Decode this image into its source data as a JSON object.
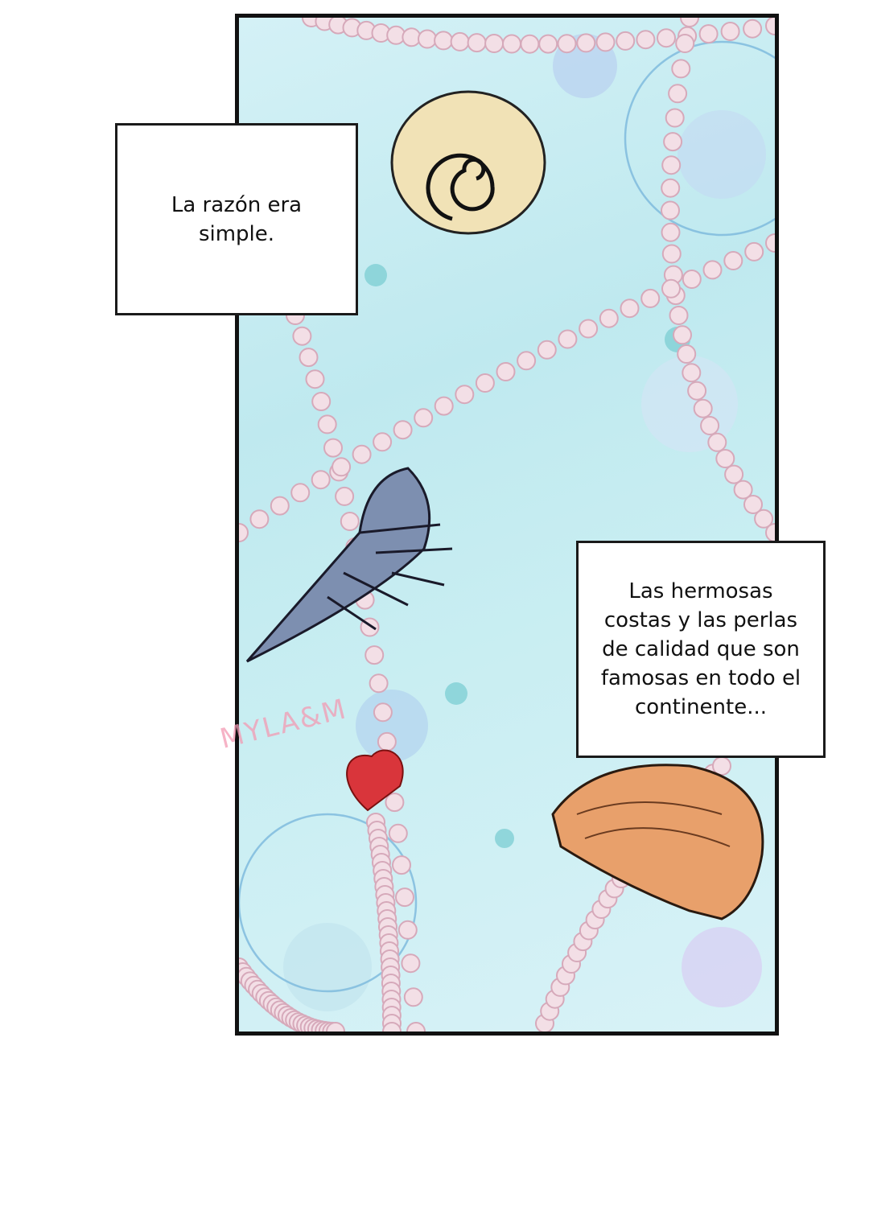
{
  "captions": {
    "first": {
      "line1": "La razón era",
      "line2": "simple."
    },
    "second": {
      "line1": "Las hermosas",
      "line2": "costas y las perlas",
      "line3": "de calidad que son",
      "line4": "famosas en todo el",
      "line5": "continente..."
    }
  },
  "watermark": "MYLA&M",
  "colors": {
    "pearl": "#f3dfe6",
    "pearl_shadow": "#d6a9ba",
    "shell_cream": "#f1e2b6",
    "shell_orange": "#e8a06b",
    "spiky_shell": "#7d8fb0",
    "heart": "#d9353b"
  }
}
